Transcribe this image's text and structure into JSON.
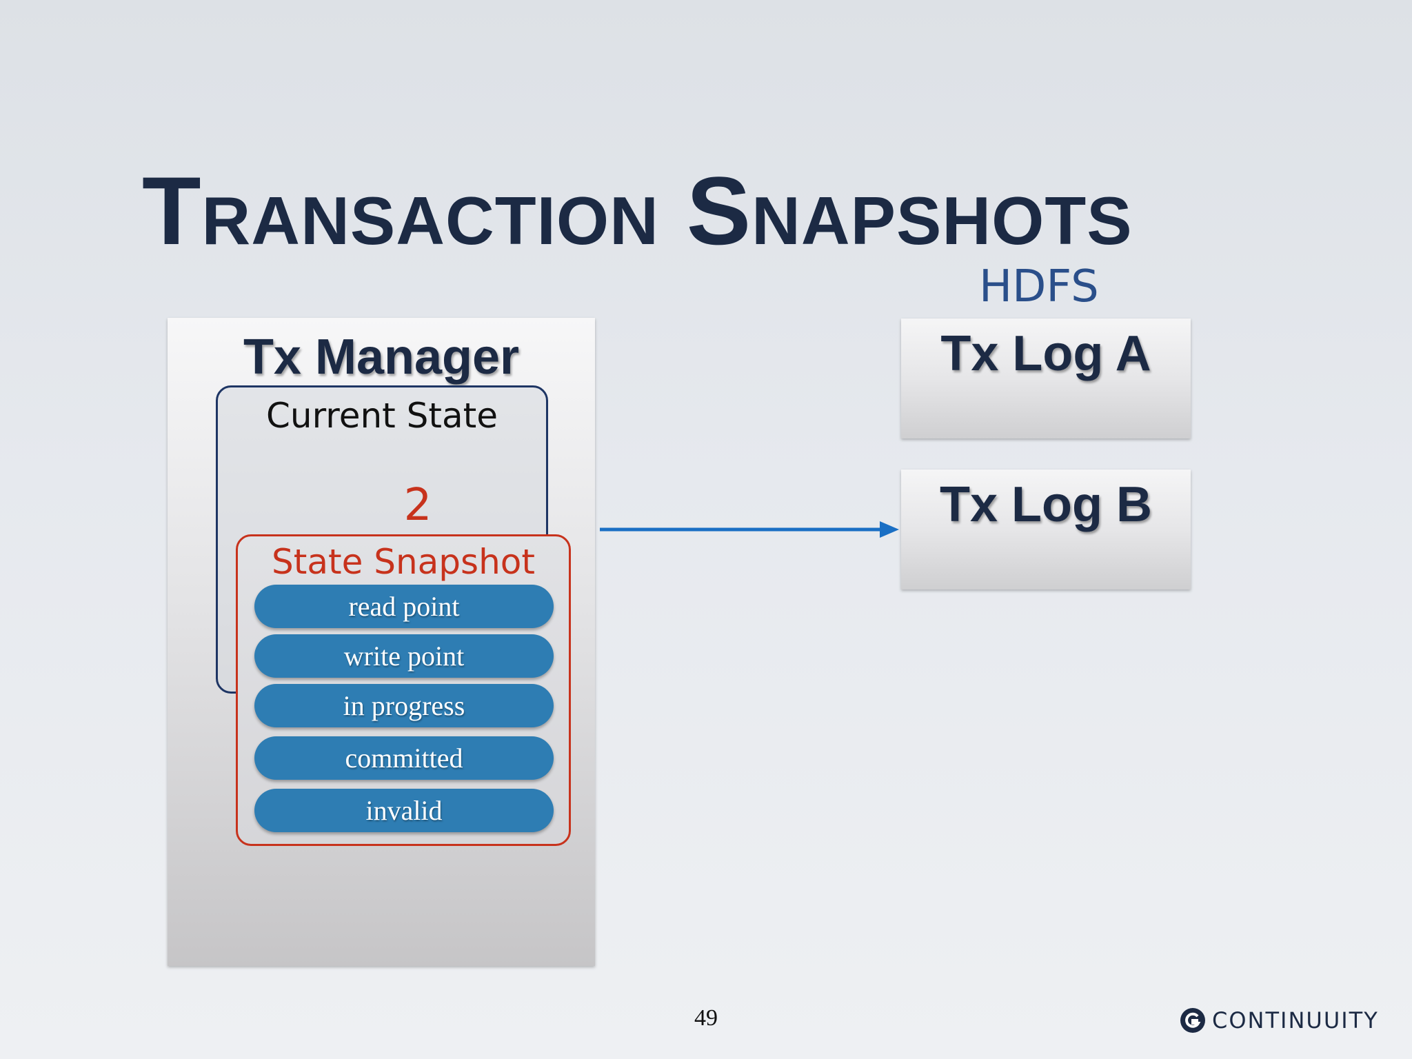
{
  "slide": {
    "title": "Transaction Snapshots",
    "hdfs_label": "HDFS",
    "page_number": "49"
  },
  "tx_manager": {
    "title": "Tx Manager",
    "current_state": {
      "label": "Current State",
      "value": "2"
    },
    "state_snapshot": {
      "label": "State Snapshot",
      "items": [
        "read point",
        "write point",
        "in progress",
        "committed",
        "invalid"
      ]
    }
  },
  "tx_logs": [
    {
      "title": "Tx Log A"
    },
    {
      "title": "Tx Log B"
    }
  ],
  "brand": {
    "name": "CONTINUUITY",
    "logo_icon": "continuuity-logo-icon"
  },
  "colors": {
    "title": "#1c2a44",
    "accent_blue": "#2e7db3",
    "accent_red": "#c7321c",
    "arrow": "#1a6fc4"
  }
}
